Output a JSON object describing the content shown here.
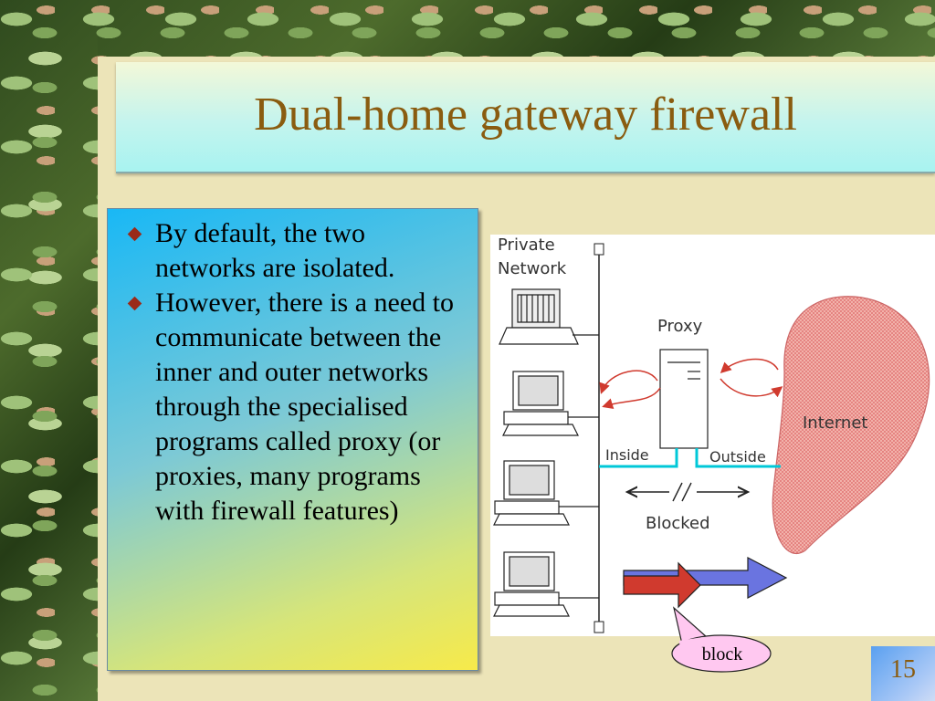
{
  "slide": {
    "title": "Dual-home gateway firewall",
    "page_number": "15"
  },
  "bullets": [
    "By default, the two networks are isolated.",
    "However, there is a need to communicate between the inner and outer networks through the specialised programs called proxy (or proxies, many programs with firewall features)"
  ],
  "diagram": {
    "private_network_line1": "Private",
    "private_network_line2": "Network",
    "proxy_label": "Proxy",
    "internet_label": "Internet",
    "inside_label": "Inside",
    "outside_label": "Outside",
    "blocked_label": "Blocked"
  },
  "callout": {
    "label": "block"
  },
  "colors": {
    "title_text": "#8a5c10",
    "bullet_marker": "#9a2a1a",
    "network_link": "#00c8d8",
    "arrow_red": "#d03a2e",
    "arrow_blue": "#6a74e0",
    "callout_fill": "#ffc8f0"
  }
}
